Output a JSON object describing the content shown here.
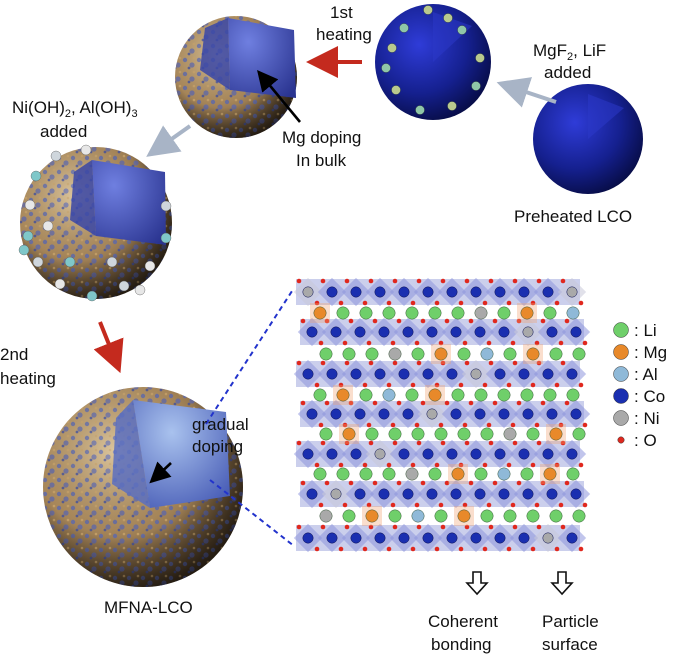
{
  "labels": {
    "step1": [
      "1st",
      "heating"
    ],
    "additive1": [
      "MgF",
      "2",
      ", LiF",
      "added"
    ],
    "additive2": [
      "Ni(OH)",
      "2",
      ", Al(OH)",
      "3",
      "added"
    ],
    "mg_doping": [
      "Mg doping",
      "In bulk"
    ],
    "preheated": "Preheated LCO",
    "step2": [
      "2nd",
      "heating"
    ],
    "gradual": [
      "gradual",
      "doping"
    ],
    "product": "MFNA-LCO",
    "coherent": [
      "Coherent",
      "bonding"
    ],
    "surface": [
      "Particle",
      "surface"
    ]
  },
  "legend": [
    {
      "symbol": ":",
      "name": "Li",
      "color": "#6fcf6a"
    },
    {
      "symbol": ":",
      "name": "Mg",
      "color": "#e8892a"
    },
    {
      "symbol": ":",
      "name": "Al",
      "color": "#8fb9d8"
    },
    {
      "symbol": ":",
      "name": "Co",
      "color": "#1a2fb0"
    },
    {
      "symbol": ":",
      "name": "Ni",
      "color": "#a9a9a9"
    },
    {
      "symbol": ":",
      "name": "O",
      "color": "#e0281e"
    }
  ],
  "colors": {
    "blue_core": "#1a1f9a",
    "sphere_tan": "#b89a6a",
    "sphere_blue": "#4a5aa8",
    "red_arrow": "#c42a1e",
    "grey_arrow": "#a8b4c6",
    "dash_line": "#2233cc"
  }
}
